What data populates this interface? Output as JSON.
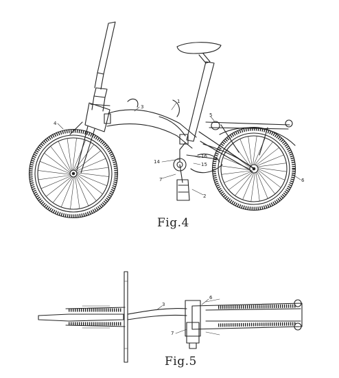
{
  "figures": [
    {
      "caption": "Fig.4",
      "refs": [
        "4",
        "3",
        "1",
        "5",
        "14",
        "15",
        "16",
        "7",
        "2",
        "6"
      ]
    },
    {
      "caption": "Fig.5",
      "refs": [
        "3",
        "6",
        "7"
      ]
    }
  ]
}
